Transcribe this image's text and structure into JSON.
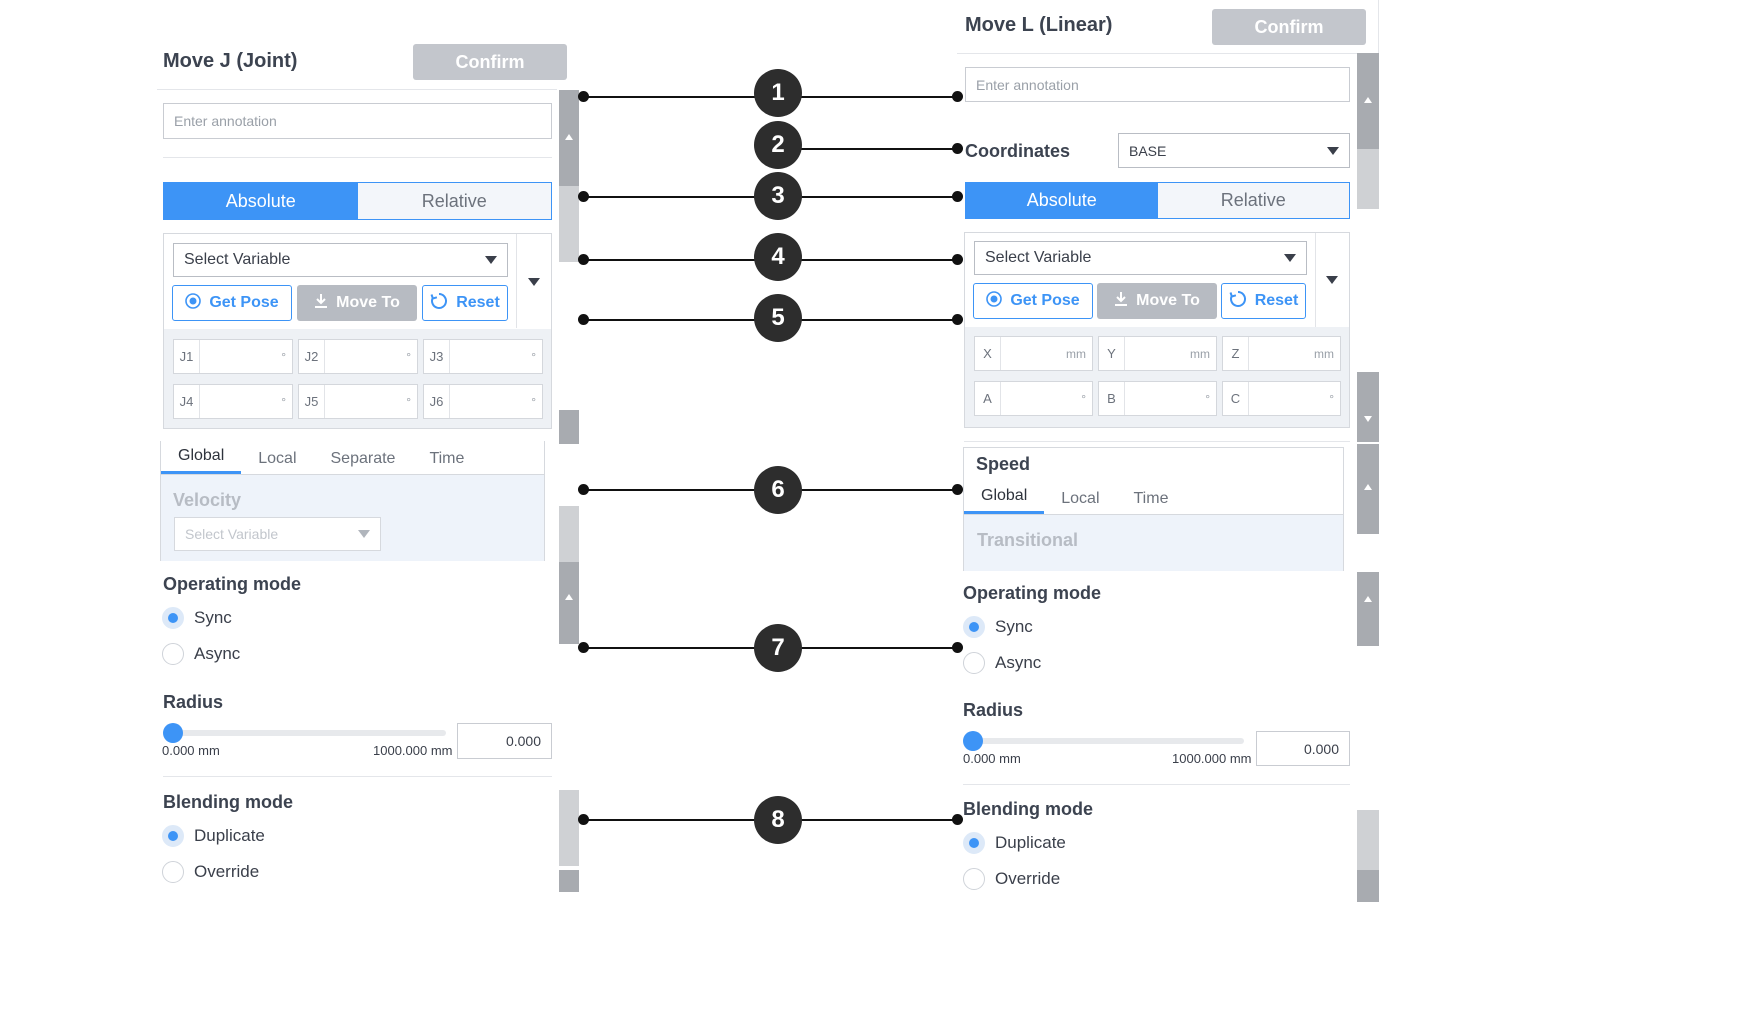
{
  "left": {
    "title": "Move J (Joint)",
    "confirm": "Confirm",
    "annotation_placeholder": "Enter annotation",
    "seg_absolute": "Absolute",
    "seg_relative": "Relative",
    "select_variable": "Select Variable",
    "get_pose": "Get Pose",
    "move_to": "Move To",
    "reset": "Reset",
    "fields": [
      {
        "label": "J1",
        "unit": "°"
      },
      {
        "label": "J2",
        "unit": "°"
      },
      {
        "label": "J3",
        "unit": "°"
      },
      {
        "label": "J4",
        "unit": "°"
      },
      {
        "label": "J5",
        "unit": "°"
      },
      {
        "label": "J6",
        "unit": "°"
      }
    ],
    "tabs": [
      "Global",
      "Local",
      "Separate",
      "Time"
    ],
    "velocity_label": "Velocity",
    "velocity_select": "Select Variable",
    "operating_mode": "Operating mode",
    "sync": "Sync",
    "async": "Async",
    "radius": "Radius",
    "radius_min": "0.000 mm",
    "radius_max": "1000.000 mm",
    "radius_value": "0.000",
    "blending_mode": "Blending mode",
    "duplicate": "Duplicate",
    "override": "Override"
  },
  "right": {
    "title": "Move L (Linear)",
    "confirm": "Confirm",
    "annotation_placeholder": "Enter annotation",
    "coordinates_label": "Coordinates",
    "coordinates_value": "BASE",
    "seg_absolute": "Absolute",
    "seg_relative": "Relative",
    "select_variable": "Select Variable",
    "get_pose": "Get Pose",
    "move_to": "Move To",
    "reset": "Reset",
    "fields": [
      {
        "label": "X",
        "unit": "mm"
      },
      {
        "label": "Y",
        "unit": "mm"
      },
      {
        "label": "Z",
        "unit": "mm"
      },
      {
        "label": "A",
        "unit": "°"
      },
      {
        "label": "B",
        "unit": "°"
      },
      {
        "label": "C",
        "unit": "°"
      }
    ],
    "speed_label": "Speed",
    "tabs": [
      "Global",
      "Local",
      "Time"
    ],
    "transitional_label": "Transitional",
    "operating_mode": "Operating mode",
    "sync": "Sync",
    "async": "Async",
    "radius": "Radius",
    "radius_min": "0.000 mm",
    "radius_max": "1000.000 mm",
    "radius_value": "0.000",
    "blending_mode": "Blending mode",
    "duplicate": "Duplicate",
    "override": "Override"
  },
  "callouts": [
    "1",
    "2",
    "3",
    "4",
    "5",
    "6",
    "7",
    "8"
  ],
  "colors": {
    "accent": "#3d94f6",
    "callout": "#2d2d2d",
    "disabled_button": "#c3c6cc"
  }
}
